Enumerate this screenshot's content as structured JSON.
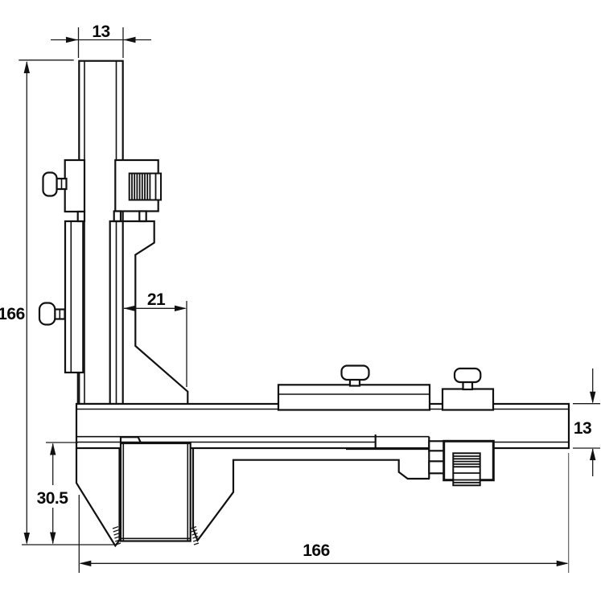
{
  "drawing": {
    "background_color": "#ffffff",
    "line_color": "#111111",
    "dimensions": {
      "column_width_top": {
        "label": "13"
      },
      "overall_height_left": {
        "label": "166"
      },
      "jaw_offset_middle": {
        "label": "21"
      },
      "beam_height_right": {
        "label": "13"
      },
      "jaw_depth_bottom_left": {
        "label": "30.5"
      },
      "overall_length_bottom": {
        "label": "166"
      }
    }
  }
}
